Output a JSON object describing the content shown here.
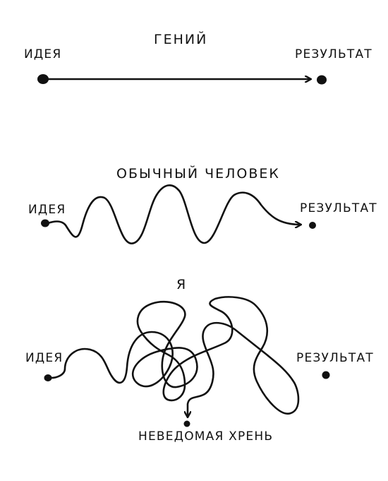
{
  "panels": {
    "genius": {
      "title": "ГЕНИЙ",
      "start_label": "ИДЕЯ",
      "end_label": "РЕЗУЛЬТАТ"
    },
    "ordinary": {
      "title": "ОБЫЧНЫЙ ЧЕЛОВЕК",
      "start_label": "ИДЕЯ",
      "end_label": "РЕЗУЛЬТАТ"
    },
    "me": {
      "title": "Я",
      "start_label": "ИДЕЯ",
      "end_label": "РЕЗУЛЬТАТ",
      "outcome_label": "НЕВЕДОМАЯ ХРЕНЬ"
    }
  },
  "colors": {
    "ink": "#111111",
    "background": "#ffffff"
  }
}
